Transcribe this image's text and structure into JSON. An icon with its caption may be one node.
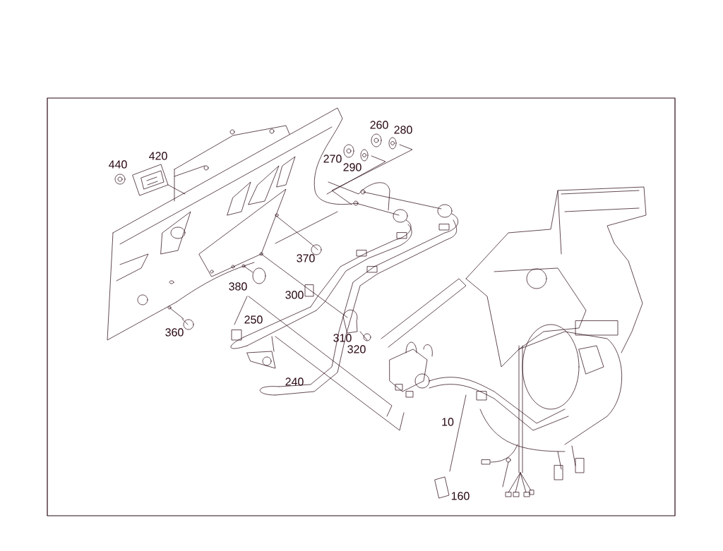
{
  "diagram": {
    "labels": [
      "260",
      "280",
      "420",
      "270",
      "440",
      "290",
      "370",
      "380",
      "300",
      "250",
      "360",
      "310",
      "320",
      "240",
      "10",
      "160"
    ]
  }
}
